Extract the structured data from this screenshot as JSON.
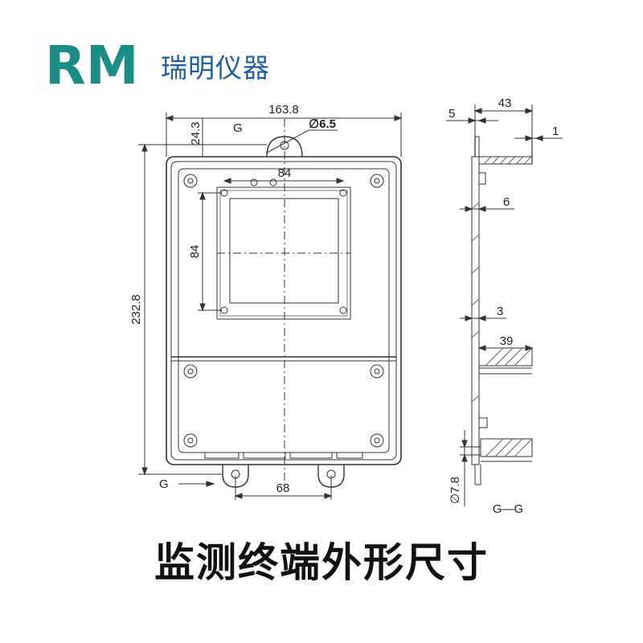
{
  "brand": {
    "logo_text": "RM",
    "name": "瑞明仪器",
    "logo_colors": [
      "#1a8d86",
      "#1d5fa0"
    ]
  },
  "caption": "监测终端外形尺寸",
  "front_view": {
    "width": "163.8",
    "top_offset": "24.3",
    "section_mark_top": "G",
    "section_mark_bottom": "G",
    "hole_diameter": "∅6.5",
    "window_width": "84",
    "window_height": "84",
    "height": "232.8",
    "bottom_hole_spacing": "68"
  },
  "side_view": {
    "depth": "43",
    "flange": "5",
    "lip": "1",
    "wall_top": "6",
    "wall_mid": "3",
    "inner_depth": "39",
    "bottom_hole": "∅7.8",
    "section_label": "G—G"
  }
}
